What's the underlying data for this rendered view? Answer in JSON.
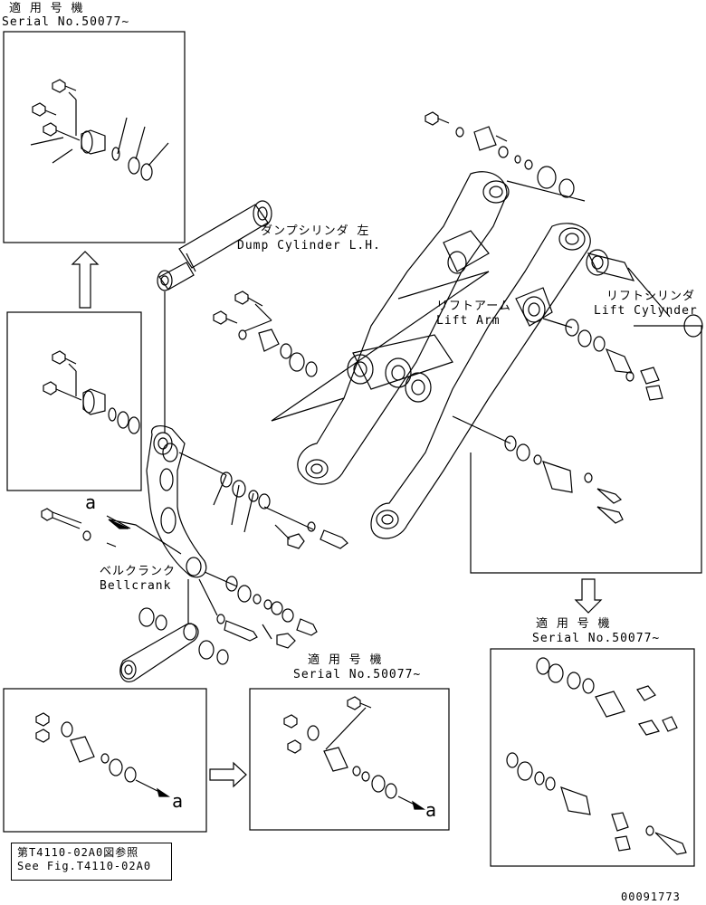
{
  "labels": {
    "serial_top_jp": "適 用 号 機",
    "serial_top": "Serial No.50077~",
    "dump_cyl_jp": "ダンプシリンダ 左",
    "dump_cyl_en": "Dump Cylinder L.H.",
    "lift_arm_jp": "リフトアーム",
    "lift_arm_en": "Lift Arm",
    "lift_cyl_jp": "リフトシリンダ",
    "lift_cyl_en": "Lift Cylynder",
    "bellcrank_jp": "ベルクランク",
    "bellcrank_en": "Bellcrank",
    "serial_mid_jp": "適 用 号 機",
    "serial_mid": "Serial No.50077~",
    "serial_right_jp": "適 用 号 機",
    "serial_right": "Serial No.50077~",
    "ref_a1": "a",
    "ref_a2": "a",
    "ref_a3": "a",
    "see_fig_jp": "第T4110-02A0図参照",
    "see_fig_en": "See Fig.T4110-02A0",
    "drawing_no": "00091773"
  }
}
